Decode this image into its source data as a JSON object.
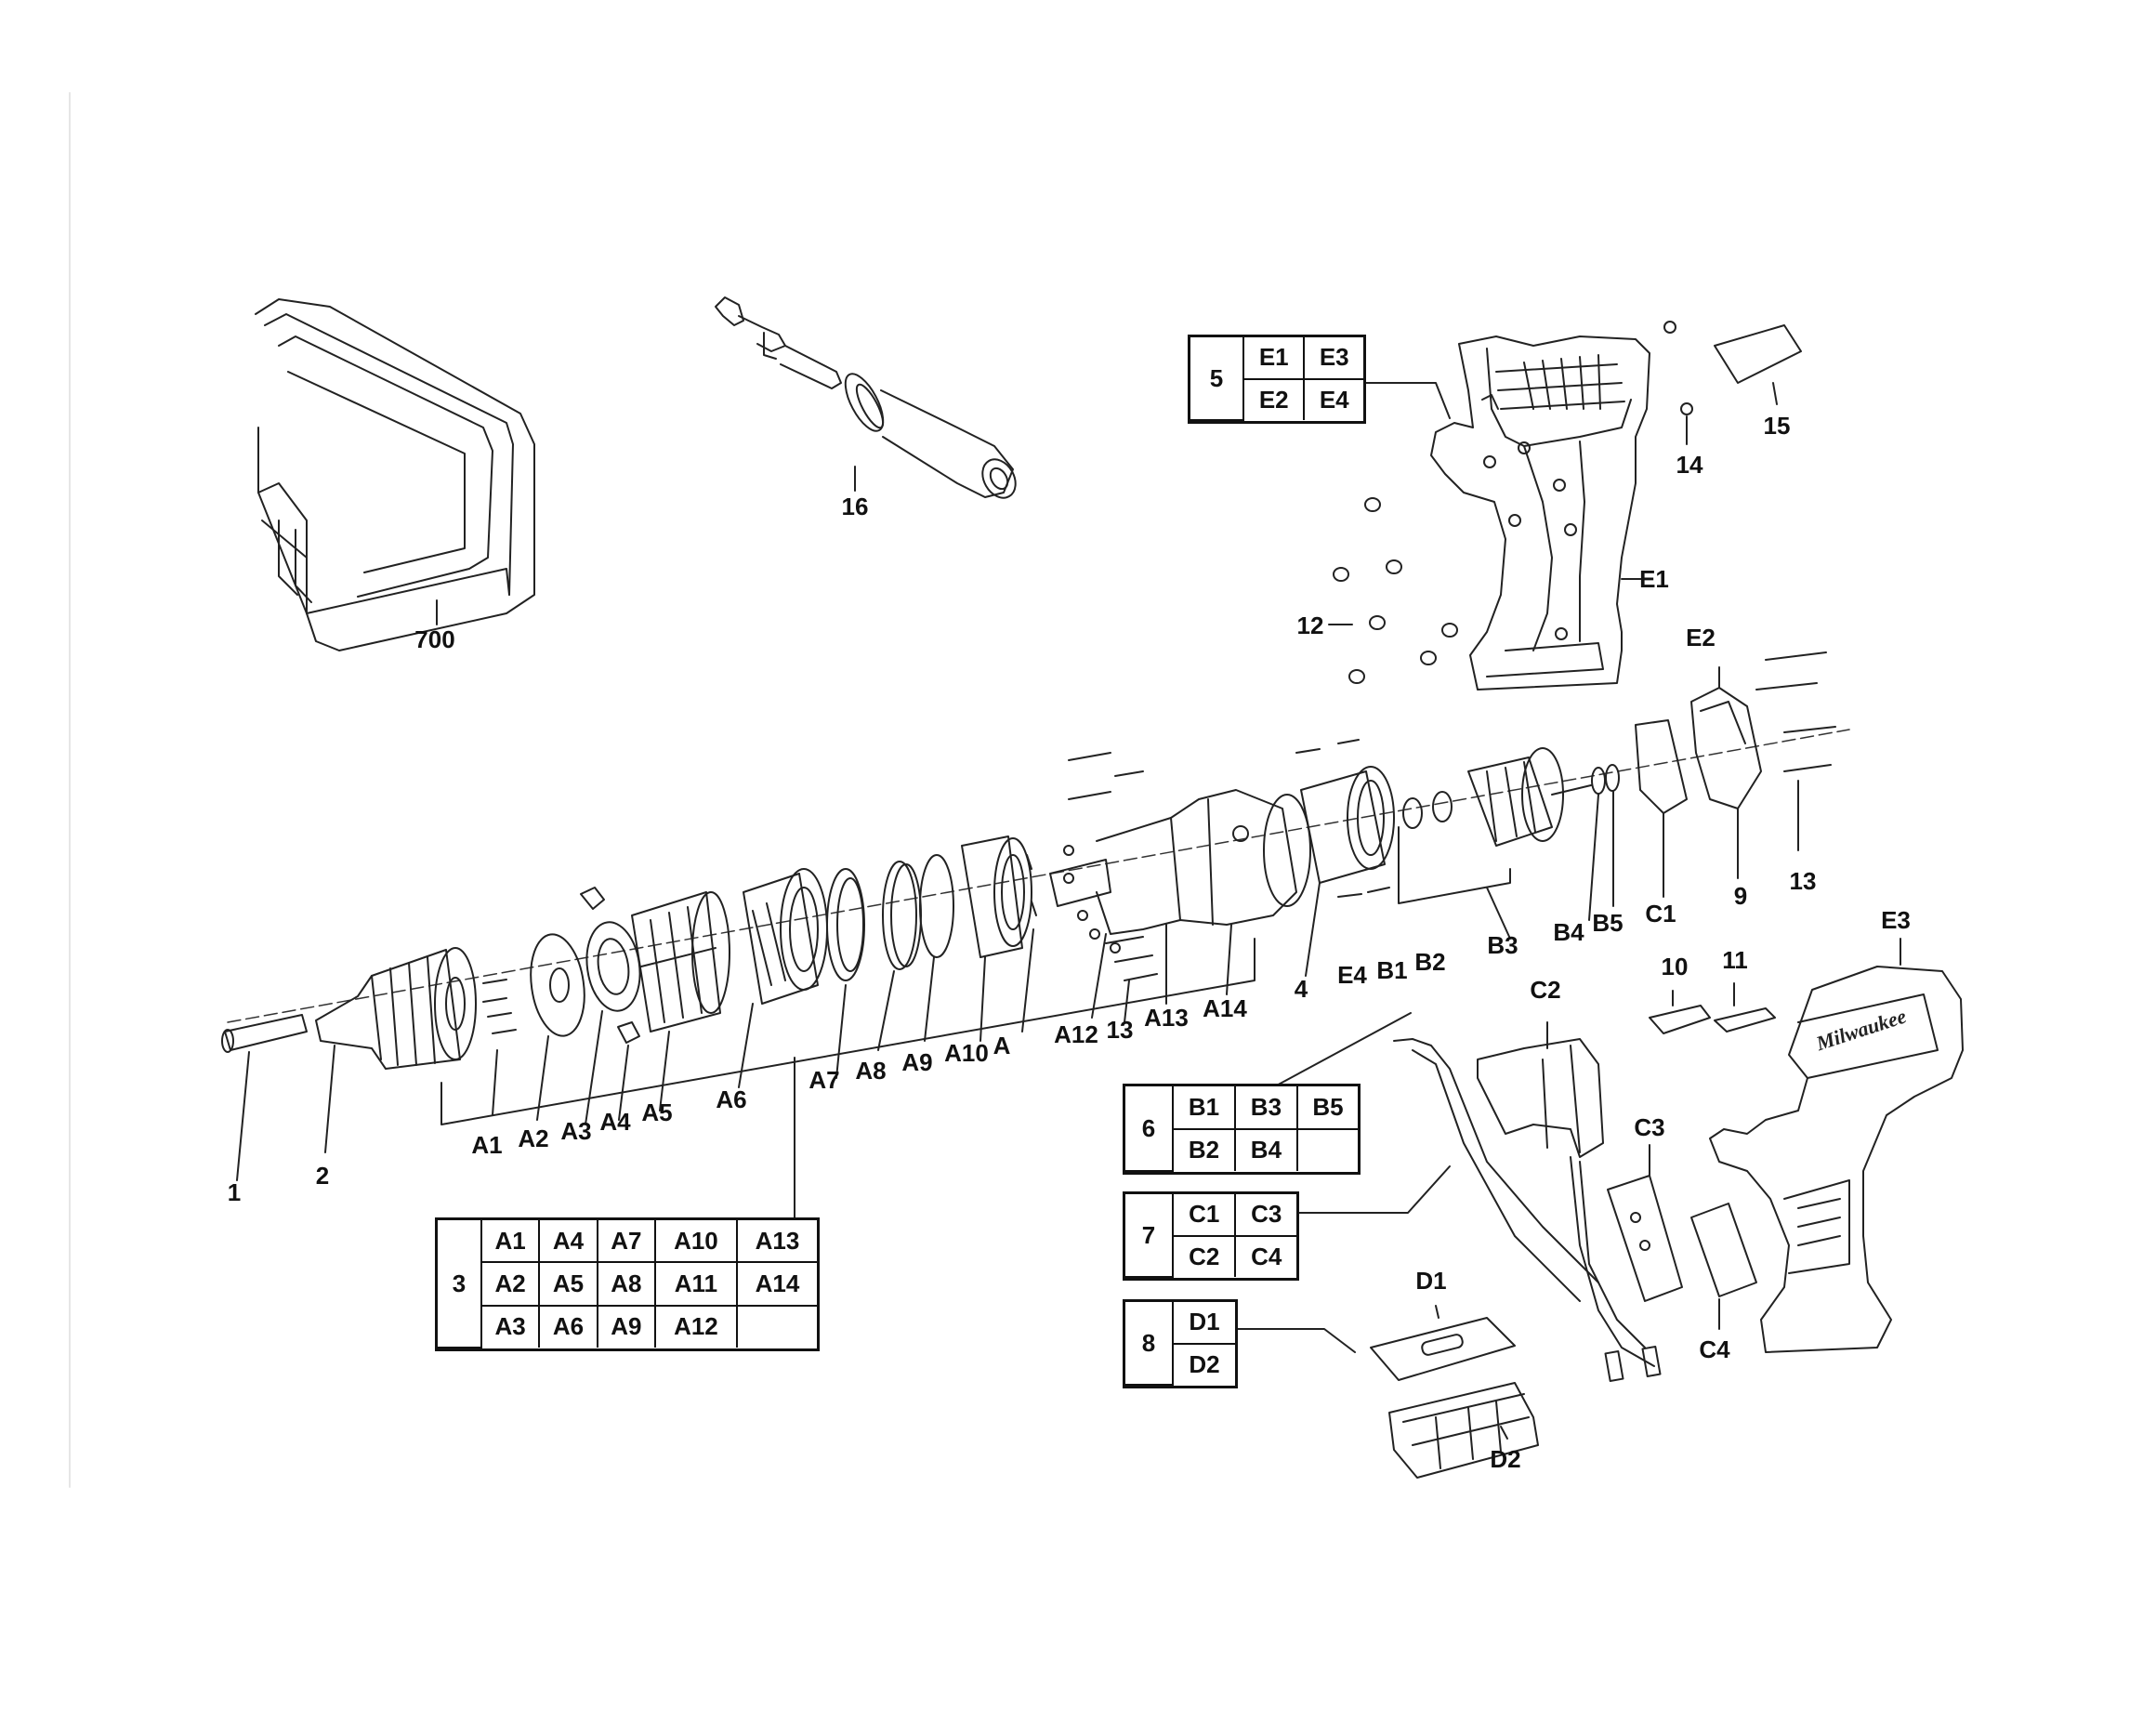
{
  "part_labels": [
    {
      "id": "p700",
      "text": "700"
    },
    {
      "id": "p16",
      "text": "16"
    },
    {
      "id": "p15",
      "text": "15"
    },
    {
      "id": "p14",
      "text": "14"
    },
    {
      "id": "pE1",
      "text": "E1"
    },
    {
      "id": "p12",
      "text": "12"
    },
    {
      "id": "pE2",
      "text": "E2"
    },
    {
      "id": "p13a",
      "text": "13"
    },
    {
      "id": "p9",
      "text": "9"
    },
    {
      "id": "pC1",
      "text": "C1"
    },
    {
      "id": "pB5",
      "text": "B5"
    },
    {
      "id": "pB4",
      "text": "B4"
    },
    {
      "id": "pB3",
      "text": "B3"
    },
    {
      "id": "pB2",
      "text": "B2"
    },
    {
      "id": "pB1",
      "text": "B1"
    },
    {
      "id": "pE4",
      "text": "E4"
    },
    {
      "id": "p4",
      "text": "4"
    },
    {
      "id": "pA14",
      "text": "A14"
    },
    {
      "id": "pA13",
      "text": "A13"
    },
    {
      "id": "p13b",
      "text": "13"
    },
    {
      "id": "pA12",
      "text": "A12"
    },
    {
      "id": "pA",
      "text": "A"
    },
    {
      "id": "pA10",
      "text": "A10"
    },
    {
      "id": "pA9",
      "text": "A9"
    },
    {
      "id": "pA8",
      "text": "A8"
    },
    {
      "id": "pA7",
      "text": "A7"
    },
    {
      "id": "pA6",
      "text": "A6"
    },
    {
      "id": "pA5",
      "text": "A5"
    },
    {
      "id": "pA4",
      "text": "A4"
    },
    {
      "id": "pA3",
      "text": "A3"
    },
    {
      "id": "pA2",
      "text": "A2"
    },
    {
      "id": "pA1",
      "text": "A1"
    },
    {
      "id": "p1",
      "text": "1"
    },
    {
      "id": "p2",
      "text": "2"
    },
    {
      "id": "pE3",
      "text": "E3"
    },
    {
      "id": "p10",
      "text": "10"
    },
    {
      "id": "p11",
      "text": "11"
    },
    {
      "id": "pC2",
      "text": "C2"
    },
    {
      "id": "pC3",
      "text": "C3"
    },
    {
      "id": "pC4",
      "text": "C4"
    },
    {
      "id": "pD1",
      "text": "D1"
    },
    {
      "id": "pD2",
      "text": "D2"
    }
  ],
  "tables": {
    "t5": {
      "key": "5",
      "rows": [
        [
          "E1",
          "E3"
        ],
        [
          "E2",
          "E4"
        ]
      ]
    },
    "t6": {
      "key": "6",
      "rows": [
        [
          "B1",
          "B3",
          "B5"
        ],
        [
          "B2",
          "B4",
          ""
        ]
      ]
    },
    "t7": {
      "key": "7",
      "rows": [
        [
          "C1",
          "C3"
        ],
        [
          "C2",
          "C4"
        ]
      ]
    },
    "t8": {
      "key": "8",
      "rows": [
        [
          "D1"
        ],
        [
          "D2"
        ]
      ]
    },
    "t3": {
      "key": "3",
      "rows": [
        [
          "A1",
          "A4",
          "A7",
          "A10",
          "A13"
        ],
        [
          "A2",
          "A5",
          "A8",
          "A11",
          "A14"
        ],
        [
          "A3",
          "A6",
          "A9",
          "A12",
          ""
        ]
      ]
    }
  },
  "brand_logo": "Milwaukee"
}
